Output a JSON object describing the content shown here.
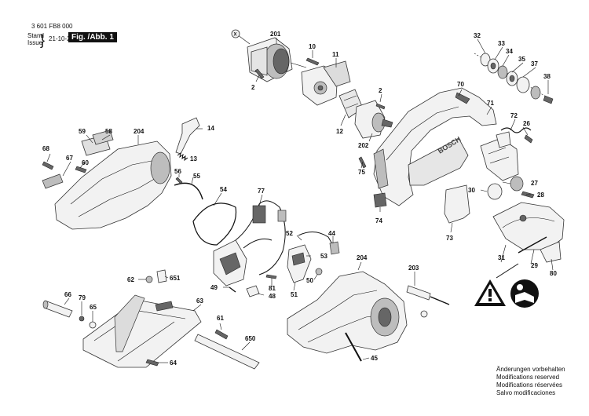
{
  "header": {
    "part_number": "3 601 FB8 000",
    "stand_label": "Stand",
    "issue_label": "Issue",
    "date": "21-10-20",
    "figure_label": "Fig. /Abb. 1"
  },
  "notes": [
    "Änderungen vorbehalten",
    "Modifications reserved",
    "Modifications réservées",
    "Salvo modificaciones"
  ],
  "callouts": [
    "201",
    "10",
    "11",
    "2",
    "32",
    "33",
    "34",
    "35",
    "37",
    "38",
    "70",
    "71",
    "72",
    "26",
    "12",
    "202",
    "75",
    "59",
    "58",
    "204",
    "14",
    "68",
    "67",
    "60",
    "13",
    "56",
    "55",
    "54",
    "77",
    "27",
    "28",
    "30",
    "74",
    "73",
    "44",
    "52",
    "53",
    "50",
    "51",
    "49",
    "81",
    "48",
    "62",
    "651",
    "66",
    "79",
    "65",
    "63",
    "61",
    "650",
    "64",
    "45",
    "204",
    "203",
    "31",
    "29",
    "80",
    "2"
  ],
  "colors": {
    "ink": "#111111",
    "part_fill": "#f2f2f2",
    "warning_bg": "#111111"
  },
  "icons": [
    "warning-triangle-icon",
    "read-manual-icon"
  ]
}
